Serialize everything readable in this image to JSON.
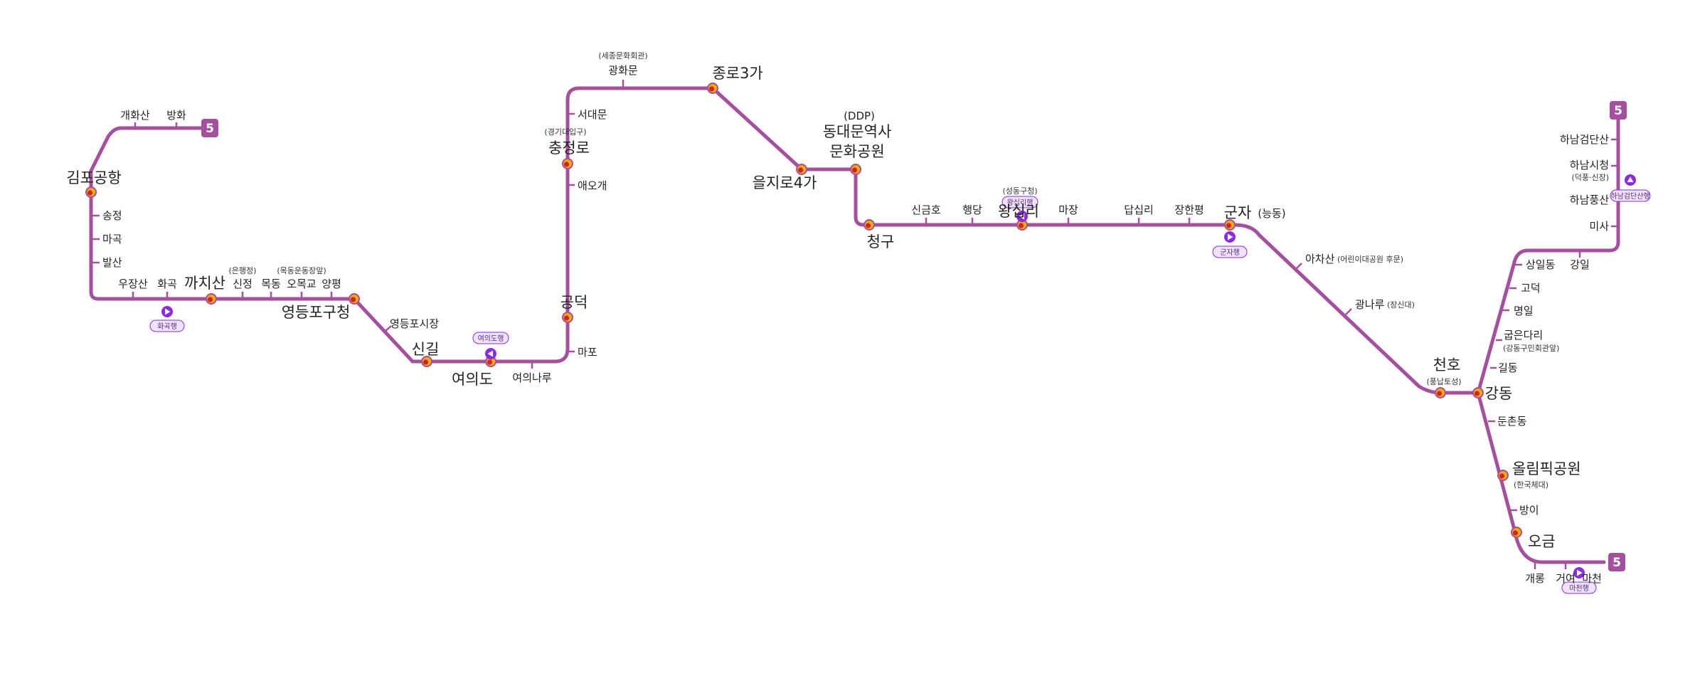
{
  "line": {
    "number": "5",
    "color": "#A5509F",
    "direction_color": "#8A2BE2",
    "pill_fill": "#EFE3F7"
  },
  "stations": {
    "banghwa": "방화",
    "gaehwasan": "개화산",
    "gimpo_airport": "김포공항",
    "songjeong": "송정",
    "magok": "마곡",
    "balsan": "발산",
    "ujangsan": "우장산",
    "hwagok": "화곡",
    "kkachisan": "까치산",
    "sinjeong": "신정",
    "sinjeong_sub": "(은행정)",
    "mokdong": "목동",
    "omokgyo": "오목교",
    "omokgyo_sub": "(목동운동장앞)",
    "yangpyeong": "양평",
    "yeongdeungpo_office": "영등포구청",
    "yeongdeungpo_market": "영등포시장",
    "singil": "신길",
    "yeouido": "여의도",
    "yeouinaru": "여의나루",
    "mapo": "마포",
    "gongdeok": "공덕",
    "aeogae": "애오개",
    "chungjeongno": "충정로",
    "chungjeongno_sub": "(경기대입구)",
    "seodaemun": "서대문",
    "gwanghwamun": "광화문",
    "gwanghwamun_sub": "(세종문화회관)",
    "jongno3ga": "종로3가",
    "euljiro4ga": "을지로4가",
    "ddp_sub": "(DDP)",
    "ddp_line1": "동대문역사",
    "ddp_line2": "문화공원",
    "cheonggu": "청구",
    "singeumho": "신금호",
    "haengdang": "행당",
    "wangsimni": "왕십리",
    "wangsimni_sub": "(성동구청)",
    "majang": "마장",
    "dapsimni": "답십리",
    "janghanpyeong": "장한평",
    "gunja": "군자",
    "gunja_sub": "(능동)",
    "achasan": "아차산",
    "achasan_sub": "(어린이대공원 후문)",
    "gwangnaru": "광나루",
    "gwangnaru_sub": "(장신대)",
    "cheonho": "천호",
    "cheonho_sub": "(풍납토성)",
    "gangdong": "강동",
    "gil_dong": "길동",
    "gubeundari": "굽은다리",
    "gubeundari_sub": "(강동구민회관앞)",
    "myeongil": "명일",
    "godeok": "고덕",
    "sangil": "상일동",
    "gangil": "강일",
    "misa": "미사",
    "hanam_pungsan": "하남풍산",
    "hanam_city": "하남시청",
    "hanam_city_sub": "(덕풍·신장)",
    "hanam_geomdansan": "하남검단산",
    "dunchon": "둔촌동",
    "olympic_park": "올림픽공원",
    "olympic_park_sub": "(한국체대)",
    "bangi": "방이",
    "ogeum": "오금",
    "gaerong": "개롱",
    "geoyeo": "거여",
    "macheon": "마천"
  },
  "direction_labels": {
    "hwagok": "화곡행",
    "yeouido": "여의도행",
    "wangsimni": "왕십리행",
    "gunja": "군자행",
    "hanam": "하남검단산행",
    "macheon": "마천행"
  }
}
